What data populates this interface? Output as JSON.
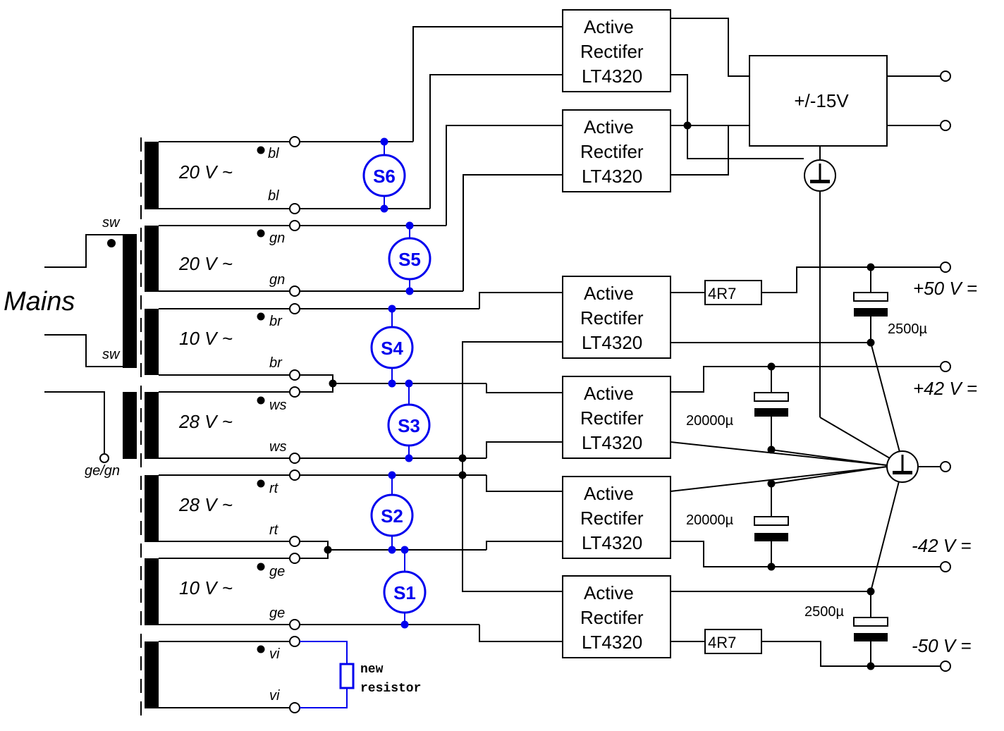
{
  "mains": {
    "label": "Mains",
    "sw_top": "sw",
    "sw_bottom": "sw",
    "ground": "ge/gn"
  },
  "windings": [
    {
      "voltage": "20 V ~",
      "top": "bl",
      "bottom": "bl"
    },
    {
      "voltage": "20 V ~",
      "top": "gn",
      "bottom": "gn"
    },
    {
      "voltage": "10 V ~",
      "top": "br",
      "bottom": "br"
    },
    {
      "voltage": "28 V ~",
      "top": "ws",
      "bottom": "ws"
    },
    {
      "voltage": "28 V ~",
      "top": "rt",
      "bottom": "rt"
    },
    {
      "voltage": "10 V ~",
      "top": "ge",
      "bottom": "ge"
    },
    {
      "voltage": "",
      "top": "vi",
      "bottom": "vi"
    }
  ],
  "switches": [
    "S6",
    "S5",
    "S4",
    "S3",
    "S2",
    "S1"
  ],
  "rectifier": {
    "line1": "Active",
    "line2": "Rectifer",
    "line3": "LT4320"
  },
  "regulator": "+/-15V",
  "resistors": {
    "r_top": "4R7",
    "r_bottom": "4R7",
    "new_line1": "new",
    "new_line2": "resistor"
  },
  "capacitors": {
    "c1": "2500µ",
    "c2": "20000µ",
    "c3": "20000µ",
    "c4": "2500µ"
  },
  "outputs": {
    "p50": "+50 V =",
    "p42": "+42 V =",
    "m42": "-42 V =",
    "m50": "-50 V ="
  },
  "colors": {
    "wire": "#000000",
    "highlight": "#0000ee"
  }
}
